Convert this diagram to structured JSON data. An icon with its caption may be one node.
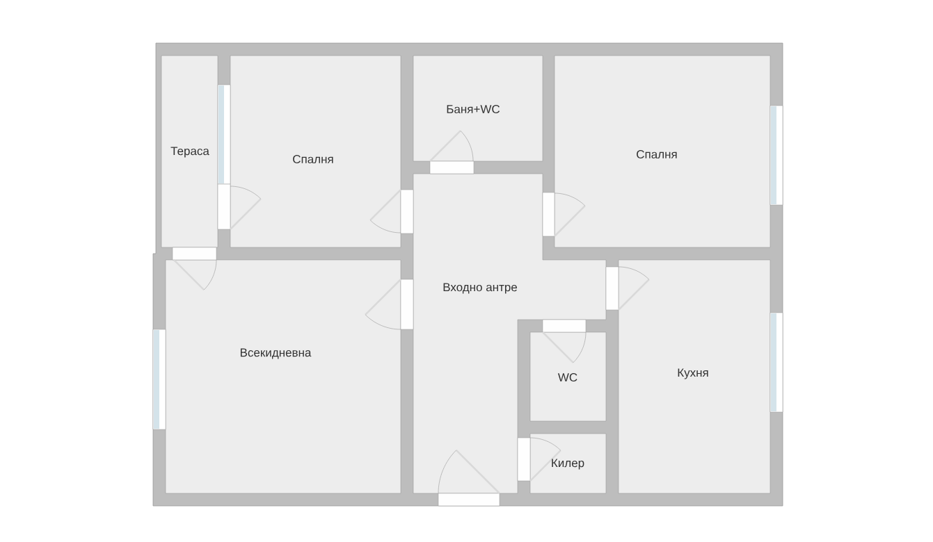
{
  "diagram": {
    "nodes": [
      {
        "text": [
          "Баня+WC"
        ]
      },
      {
        "text": [
          "Тераса"
        ]
      },
      {
        "text": [
          "Спалня"
        ]
      },
      {
        "text": [
          "Спалня"
        ]
      },
      {
        "text": [
          "Входно антре"
        ]
      },
      {
        "text": [
          "Всекидневна"
        ]
      },
      {
        "text": [
          "WC"
        ]
      },
      {
        "text": [
          "Кухня"
        ]
      },
      {
        "text": [
          "Килер"
        ]
      }
    ]
  }
}
